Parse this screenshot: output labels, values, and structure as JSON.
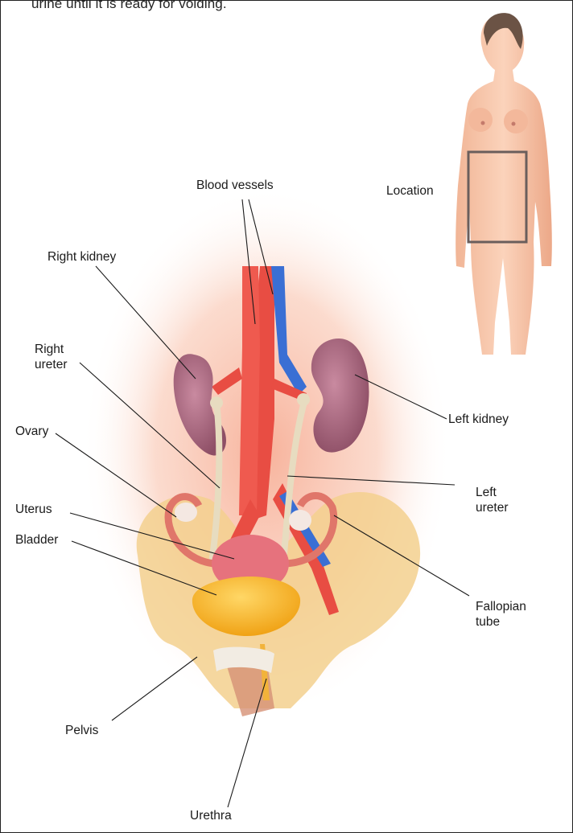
{
  "caption": "urine until it is ready for voiding.",
  "labels": {
    "blood_vessels": "Blood vessels",
    "location": "Location",
    "right_kidney": "Right kidney",
    "right_ureter_1": "Right",
    "right_ureter_2": "ureter",
    "ovary": "Ovary",
    "uterus": "Uterus",
    "bladder": "Bladder",
    "pelvis": "Pelvis",
    "urethra": "Urethra",
    "left_kidney": "Left kidney",
    "left_ureter_1": "Left",
    "left_ureter_2": "ureter",
    "fallopian_1": "Fallopian",
    "fallopian_2": "tube"
  }
}
